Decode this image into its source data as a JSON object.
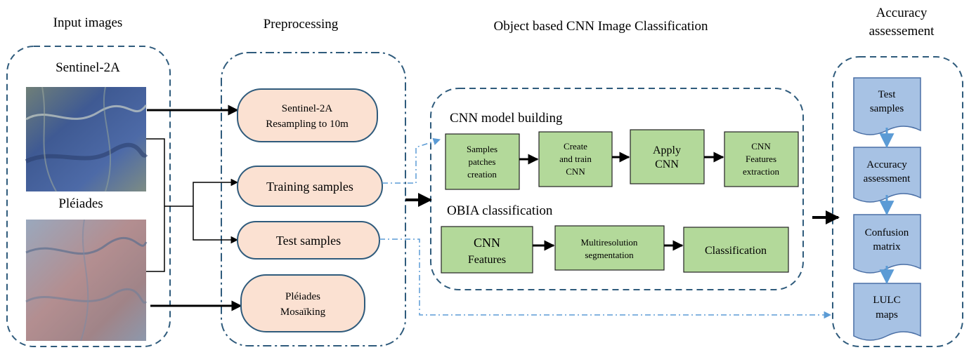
{
  "sections": {
    "input": "Input images",
    "preprocessing": "Preprocessing",
    "classification": "Object based CNN  Image Classification",
    "accuracy_line1": "Accuracy",
    "accuracy_line2": "assessement"
  },
  "inputs": {
    "sentinel_label": "Sentinel-2A",
    "pleiades_label": "Pléiades"
  },
  "preprocessing": {
    "sentinel_line1": "Sentinel-2A",
    "sentinel_line2": "Resampling to 10m",
    "training": "Training samples",
    "test": "Test samples",
    "pleiades_line1": "Pléiades",
    "pleiades_line2": "Mosaïking"
  },
  "cnn_building": {
    "title": "CNN model building",
    "step1": [
      "Samples",
      "patches",
      "creation"
    ],
    "step2": [
      "Create",
      "and train",
      "CNN"
    ],
    "step3": [
      "Apply",
      "CNN"
    ],
    "step4": [
      "CNN",
      "Features",
      "extraction"
    ]
  },
  "obia": {
    "title": "OBIA classification",
    "step1": [
      "CNN",
      "Features"
    ],
    "step2": [
      "Multiresolution",
      "segmentation"
    ],
    "step3": [
      "Classification"
    ]
  },
  "accuracy": {
    "doc1": [
      "Test",
      "samples"
    ],
    "doc2": [
      "Accuracy",
      "assessment"
    ],
    "doc3": [
      "Confusion",
      "matrix"
    ],
    "doc4": [
      "LULC",
      "maps"
    ]
  },
  "colors": {
    "group_border": "#2f5b7c",
    "pill_fill": "#fbe1d2",
    "pill_border": "#2f5b7c",
    "green_fill": "#b3d99a",
    "green_border": "#222222",
    "doc_fill": "#a7c2e4",
    "doc_border": "#4a6fa5",
    "dashed_arrow": "#5b9bd5"
  }
}
